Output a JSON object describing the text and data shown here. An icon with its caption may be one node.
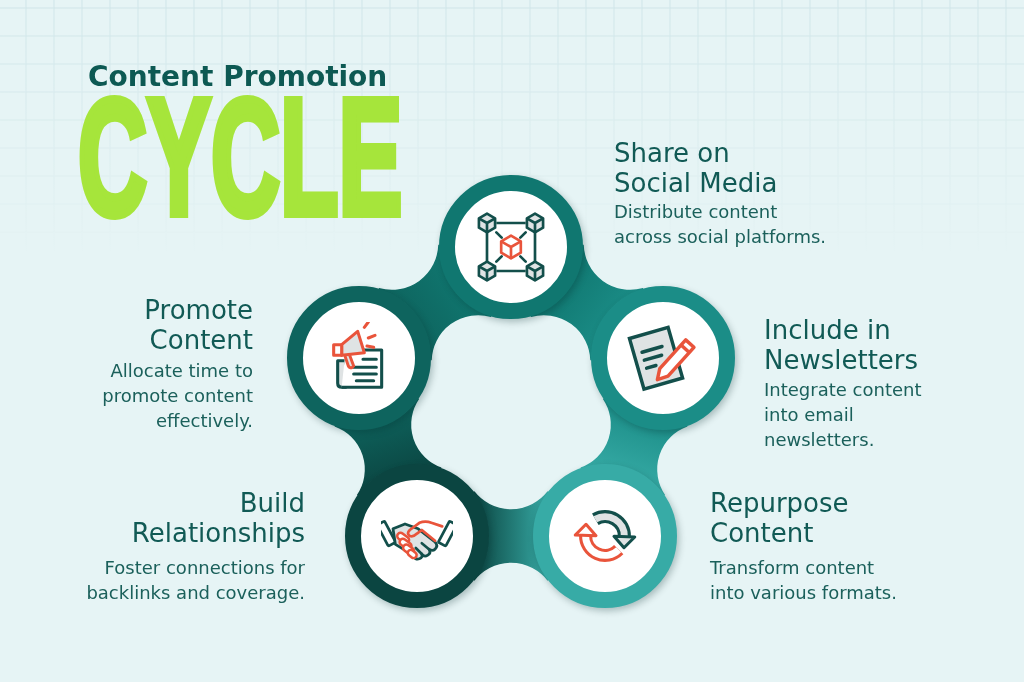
{
  "diagram": {
    "title": "Content Promotion",
    "nodes": [
      {
        "text": [
          "Share on Social Media",
          "Distribute content across social platforms."
        ]
      },
      {
        "text": [
          "Include in Newsletters",
          "Integrate content into email newsletters."
        ]
      },
      {
        "text": [
          "Repurpose Content",
          "Transform content into various formats."
        ]
      },
      {
        "text": [
          "Build Relationships",
          "Foster connections for backlinks and coverage."
        ]
      },
      {
        "text": [
          "Promote Content",
          "Allocate time to promote content effectively."
        ]
      }
    ],
    "edges": [
      {
        "from": 0,
        "to": 1,
        "arrow": "none"
      },
      {
        "from": 1,
        "to": 2,
        "arrow": "none"
      },
      {
        "from": 2,
        "to": 3,
        "arrow": "none"
      },
      {
        "from": 3,
        "to": 4,
        "arrow": "none"
      },
      {
        "from": 4,
        "to": 0,
        "arrow": "none"
      }
    ],
    "labels": [
      "CYCLE"
    ]
  }
}
